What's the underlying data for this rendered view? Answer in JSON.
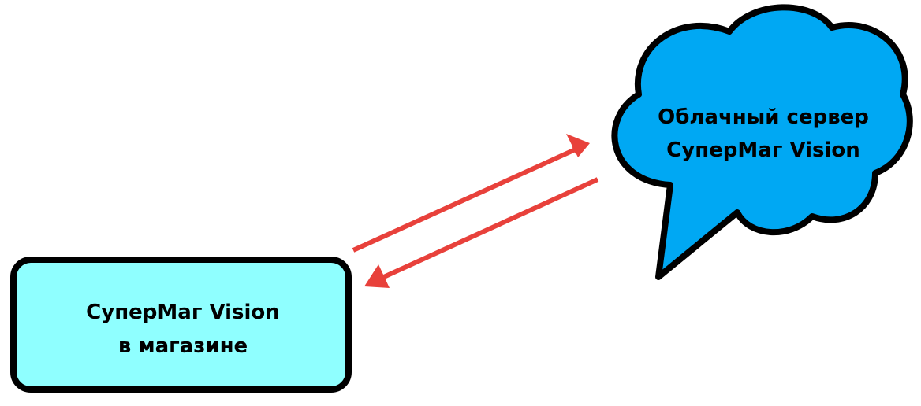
{
  "store_node": {
    "line1": "СуперМаг Vision",
    "line2": "в магазине",
    "fill_color": "#8fffff",
    "border_color": "#000000"
  },
  "cloud_node": {
    "line1": "Облачный сервер",
    "line2": "СуперМаг Vision",
    "fill_color": "#00a8f3",
    "border_color": "#000000"
  },
  "arrows": {
    "color": "#e8413b",
    "to_cloud": "store-to-cloud",
    "to_store": "cloud-to-store"
  }
}
